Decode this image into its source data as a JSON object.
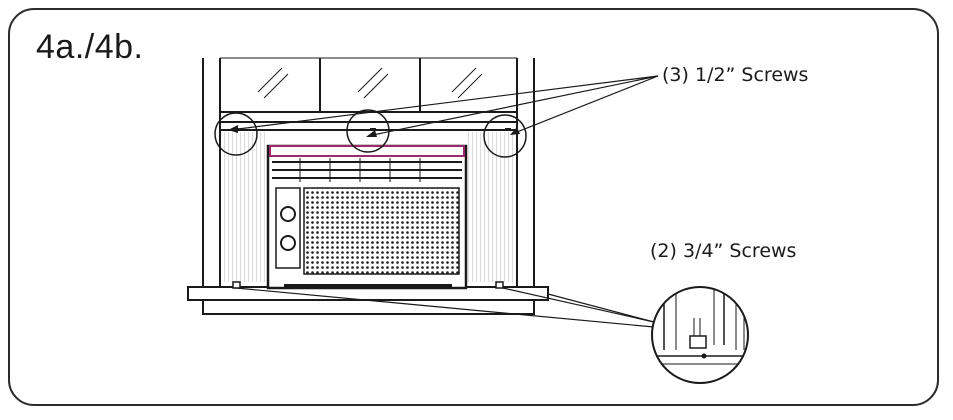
{
  "step_label": "4a./4b.",
  "callouts": {
    "top_screws": "(3) 1/2” Screws",
    "bottom_screws": "(2) 3/4” Screws"
  },
  "colors": {
    "line": "#1a1a1a",
    "accent_trim": "#9b2a6c"
  }
}
